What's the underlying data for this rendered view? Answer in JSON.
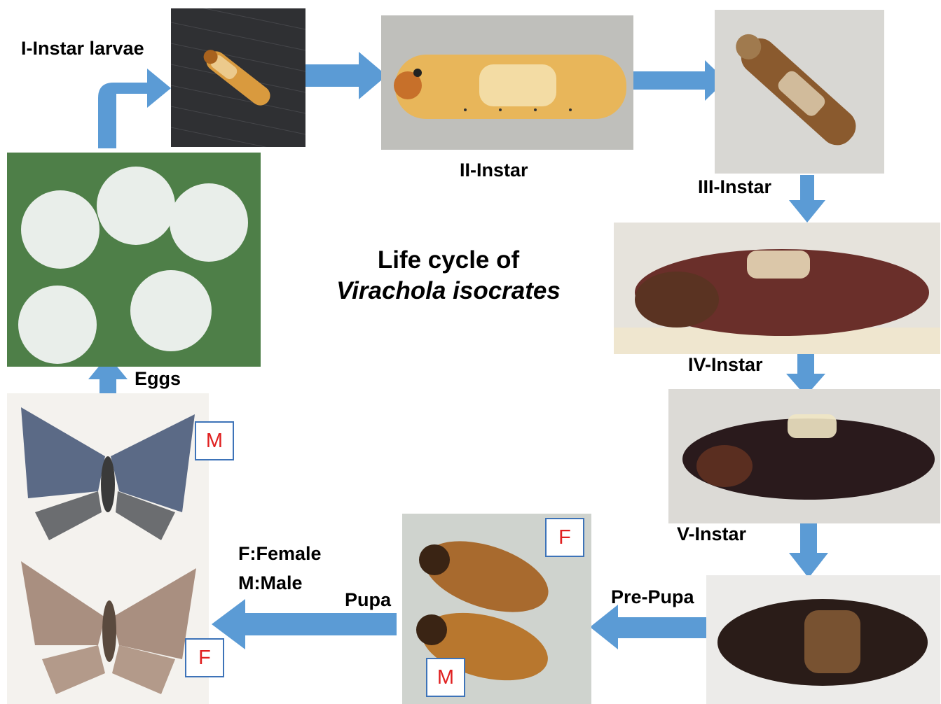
{
  "title": {
    "line1": "Life cycle of",
    "line2": "Virachola isocrates"
  },
  "stages": {
    "eggs": "Eggs",
    "instar1": "I-Instar larvae",
    "instar2": "II-Instar",
    "instar3": "III-Instar",
    "instar4": "IV-Instar",
    "instar5": "V-Instar",
    "prepupa": "Pre-Pupa",
    "pupa": "Pupa"
  },
  "legend": {
    "female": "F:Female",
    "male": "M:Male"
  },
  "sex_marks": {
    "female": "F",
    "male": "M"
  },
  "colors": {
    "arrow": "#5b9bd5",
    "sex_text": "#e02020",
    "sex_border": "#3d73b8"
  }
}
